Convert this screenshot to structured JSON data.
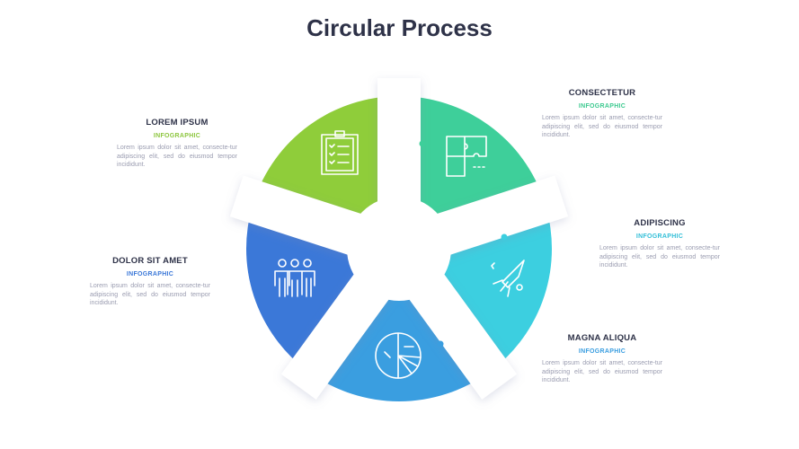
{
  "title": "Circular Process",
  "body_text": "Lorem ipsum dolor sit amet, consecte-tur adipiscing elit, sed do eiusmod tempor incididunt.",
  "steps": [
    {
      "heading": "LOREM IPSUM",
      "sub": "INFOGRAPHIC",
      "color": "#8fcd3a",
      "icon": "clipboard-checklist-icon"
    },
    {
      "heading": "CONSECTETUR",
      "sub": "INFOGRAPHIC",
      "color": "#3ecf9a",
      "icon": "puzzle-icon"
    },
    {
      "heading": "ADIPISCING",
      "sub": "INFOGRAPHIC",
      "color": "#3ccfe0",
      "icon": "rocket-icon"
    },
    {
      "heading": "MAGNA ALIQUA",
      "sub": "INFOGRAPHIC",
      "color": "#3a9ee0",
      "icon": "pie-chart-icon"
    },
    {
      "heading": "DOLOR SIT AMET",
      "sub": "INFOGRAPHIC",
      "color": "#3b78d8",
      "icon": "team-icon"
    }
  ]
}
